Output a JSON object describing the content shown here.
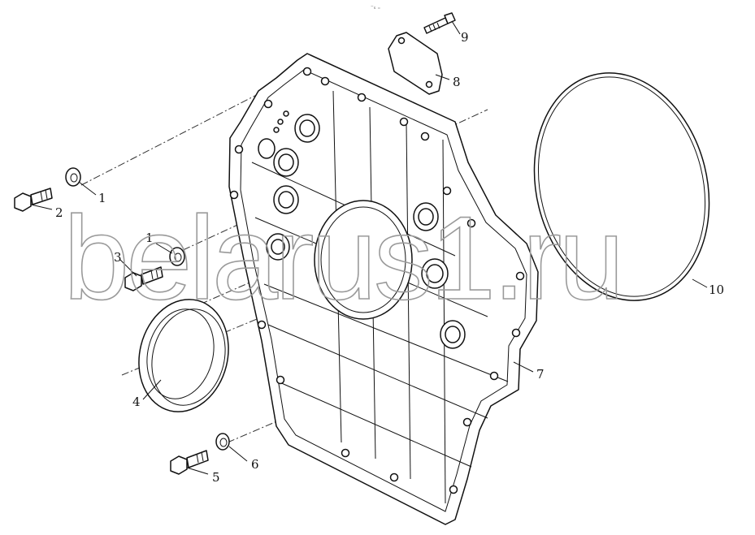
{
  "watermark": "belarus1.ru",
  "header_mark": "⁻ₛ ₌",
  "callouts": [
    {
      "id": "1a",
      "text": "1"
    },
    {
      "id": "2",
      "text": "2"
    },
    {
      "id": "1b",
      "text": "1"
    },
    {
      "id": "3",
      "text": "3"
    },
    {
      "id": "4",
      "text": "4"
    },
    {
      "id": "5",
      "text": "5"
    },
    {
      "id": "6",
      "text": "6"
    },
    {
      "id": "7",
      "text": "7"
    },
    {
      "id": "8",
      "text": "8"
    },
    {
      "id": "9",
      "text": "9"
    },
    {
      "id": "10",
      "text": "10"
    }
  ]
}
